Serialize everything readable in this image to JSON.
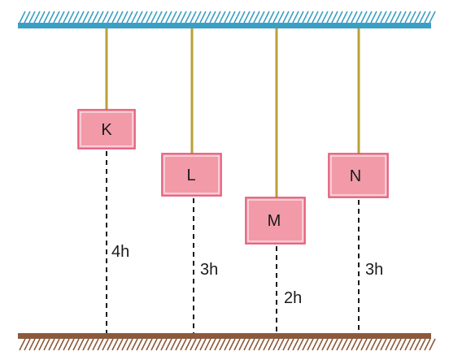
{
  "colors": {
    "ceiling_bar": "#3a9fc4",
    "ceiling_hatch": "#3a9fc4",
    "rope": "#b9a13a",
    "block_fill": "#f29aa8",
    "block_border": "#e24a6e",
    "block_inner_border": "#ffffff",
    "height_line": "#1a1a1a",
    "ground_bar": "#8b5a3c",
    "ground_hatch": "#8b5a3c"
  },
  "blocks": [
    {
      "label": "K",
      "height_label": "4h"
    },
    {
      "label": "L",
      "height_label": "3h"
    },
    {
      "label": "M",
      "height_label": "2h"
    },
    {
      "label": "N",
      "height_label": "3h"
    }
  ]
}
